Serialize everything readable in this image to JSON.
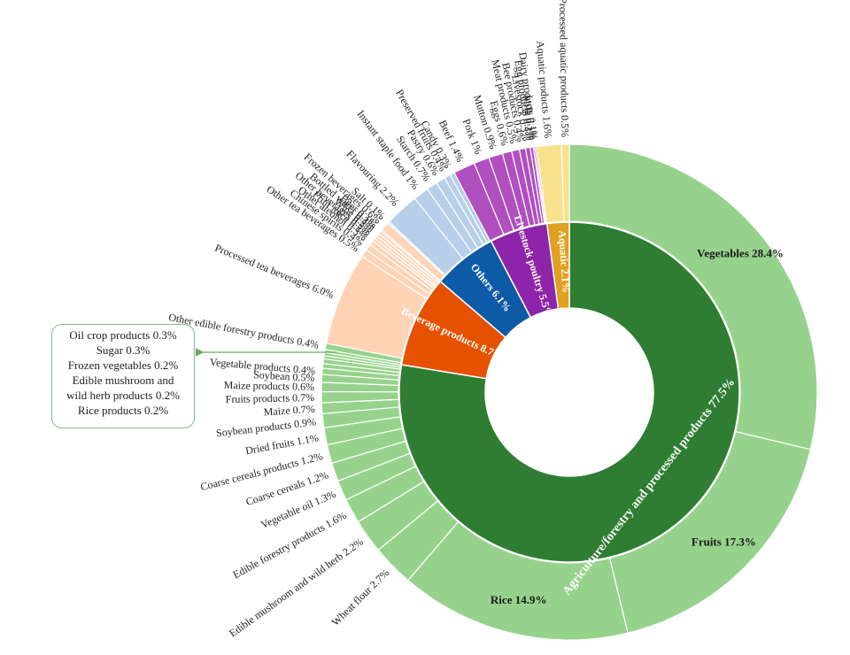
{
  "chart_data": {
    "type": "sunburst",
    "inner": [
      {
        "label": "Agriculture/forestry and processed products",
        "value": 77.5,
        "value_label": "77.5%",
        "color": "#2e7d32"
      },
      {
        "label": "Beverage products",
        "value": 8.7,
        "value_label": "8.7%",
        "color": "#e65100"
      },
      {
        "label": "Others",
        "value": 6.1,
        "value_label": "6.1%",
        "color": "#0d5aa7"
      },
      {
        "label": "Livestock poultry",
        "value": 5.5,
        "value_label": "5.5%",
        "color": "#8e24aa"
      },
      {
        "label": "Aquatic",
        "value": 2.1,
        "value_label": "2.1%",
        "color": "#e0a020"
      }
    ],
    "outer": [
      {
        "label": "Vegetables",
        "value": 28.4,
        "value_label": "28.4%",
        "group": 0
      },
      {
        "label": "Fruits",
        "value": 17.3,
        "value_label": "17.3%",
        "group": 0
      },
      {
        "label": "Rice",
        "value": 14.9,
        "value_label": "14.9%",
        "group": 0
      },
      {
        "label": "Wheat flour",
        "value": 2.7,
        "value_label": "2.7%",
        "group": 0
      },
      {
        "label": "Edible mushroom and wild herb",
        "value": 2.2,
        "value_label": "2.2%",
        "group": 0
      },
      {
        "label": "Edible forestry products",
        "value": 1.6,
        "value_label": "1.6%",
        "group": 0
      },
      {
        "label": "Vegetable oil",
        "value": 1.3,
        "value_label": "1.3%",
        "group": 0
      },
      {
        "label": "Coarse cereals",
        "value": 1.2,
        "value_label": "1.2%",
        "group": 0
      },
      {
        "label": "Coarse cereals products",
        "value": 1.2,
        "value_label": "1.2%",
        "group": 0
      },
      {
        "label": "Dried fruits",
        "value": 1.1,
        "value_label": "1.1%",
        "group": 0
      },
      {
        "label": "Soybean products",
        "value": 0.9,
        "value_label": "0.9%",
        "group": 0
      },
      {
        "label": "Maize",
        "value": 0.7,
        "value_label": "0.7%",
        "group": 0
      },
      {
        "label": "Fruits products",
        "value": 0.7,
        "value_label": "0.7%",
        "group": 0
      },
      {
        "label": "Maize products",
        "value": 0.6,
        "value_label": "0.6%",
        "group": 0
      },
      {
        "label": "Soybean",
        "value": 0.5,
        "value_label": "0.5%",
        "group": 0
      },
      {
        "label": "Vegetable products",
        "value": 0.4,
        "value_label": "0.4%",
        "group": 0
      },
      {
        "label": "Oil crop products",
        "value": 0.3,
        "value_label": "0.3%",
        "group": 0,
        "callout": true
      },
      {
        "label": "Sugar",
        "value": 0.3,
        "value_label": "0.3%",
        "group": 0,
        "callout": true
      },
      {
        "label": "Frozen vegetables",
        "value": 0.2,
        "value_label": "0.2%",
        "group": 0,
        "callout": true
      },
      {
        "label": "Edible mushroom and wild herb products",
        "value": 0.2,
        "value_label": "0.2%",
        "group": 0,
        "callout": true
      },
      {
        "label": "Rice products",
        "value": 0.2,
        "value_label": "0.2%",
        "group": 0,
        "callout": true
      },
      {
        "label": "Other edible forestry products",
        "value": 0.4,
        "value_label": "0.4%",
        "group": 0
      },
      {
        "label": "Processed tea beverages",
        "value": 6.0,
        "value_label": "6.0%",
        "group": 1
      },
      {
        "label": "Other tea beverages",
        "value": 0.5,
        "value_label": "0.5%",
        "group": 1
      },
      {
        "label": "Chinese spirits",
        "value": 0.4,
        "value_label": "0.4%",
        "group": 1
      },
      {
        "label": "Other alcohol",
        "value": 0.3,
        "value_label": "0.3%",
        "group": 1
      },
      {
        "label": "Fruit juice",
        "value": 0.2,
        "value_label": "0.2%",
        "group": 1
      },
      {
        "label": "Other beverages",
        "value": 0.2,
        "value_label": "0.2%",
        "group": 1
      },
      {
        "label": "Wine",
        "value": 0.2,
        "value_label": "0.2%",
        "group": 1
      },
      {
        "label": "Bottled water",
        "value": 0.2,
        "value_label": "0.2%",
        "group": 1
      },
      {
        "label": "Beer",
        "value": 0.1,
        "value_label": "0.1%",
        "group": 1
      },
      {
        "label": "Frozen beverages",
        "value": 0.6,
        "value_label": "0.6%",
        "group": 1
      },
      {
        "label": "Salt",
        "value": 0.1,
        "value_label": "0.1%",
        "group": 2
      },
      {
        "label": "Flavouring",
        "value": 2.2,
        "value_label": "2.2%",
        "group": 2
      },
      {
        "label": "Instant staple food",
        "value": 1.0,
        "value_label": "1%",
        "group": 2
      },
      {
        "label": "Starch",
        "value": 0.7,
        "value_label": "0.7%",
        "group": 2
      },
      {
        "label": "Pastry",
        "value": 0.6,
        "value_label": "0.6%",
        "group": 2
      },
      {
        "label": "Preserved fruits",
        "value": 0.4,
        "value_label": "0.4%",
        "group": 2
      },
      {
        "label": "Candy",
        "value": 0.3,
        "value_label": "0.3%",
        "group": 2
      },
      {
        "label": "Beef",
        "value": 1.4,
        "value_label": "1.4%",
        "group": 3
      },
      {
        "label": "Pork",
        "value": 1.0,
        "value_label": "1%",
        "group": 3
      },
      {
        "label": "Mutton",
        "value": 0.9,
        "value_label": "0.9%",
        "group": 3
      },
      {
        "label": "Eggs",
        "value": 0.6,
        "value_label": "0.6%",
        "group": 3
      },
      {
        "label": "Meat products",
        "value": 0.5,
        "value_label": "0.5%",
        "group": 3
      },
      {
        "label": "Bee products",
        "value": 0.4,
        "value_label": "0.4%",
        "group": 3
      },
      {
        "label": "Livestock",
        "value": 0.3,
        "value_label": "0.3%",
        "group": 3
      },
      {
        "label": "Egg products",
        "value": 0.2,
        "value_label": "0.2%",
        "group": 3
      },
      {
        "label": "Milk",
        "value": 0.1,
        "value_label": "0.1%",
        "group": 3
      },
      {
        "label": "Dairy products",
        "value": 0.1,
        "value_label": "0.1%",
        "group": 3
      },
      {
        "label": "Aquatic products",
        "value": 1.6,
        "value_label": "1.6%",
        "group": 4
      },
      {
        "label": "Processed aquatic products",
        "value": 0.5,
        "value_label": "0.5%",
        "group": 4
      }
    ],
    "outer_colors": [
      "#97d28c",
      "#ffd3b6",
      "#b7cfe9",
      "#b04fc0",
      "#f8e18a"
    ],
    "callout_lines": [
      "Oil crop products 0.3%",
      "Sugar 0.3%",
      "Frozen vegetables 0.2%",
      "Edible mushroom and",
      "wild herb products 0.2%",
      "Rice products 0.2%"
    ]
  }
}
